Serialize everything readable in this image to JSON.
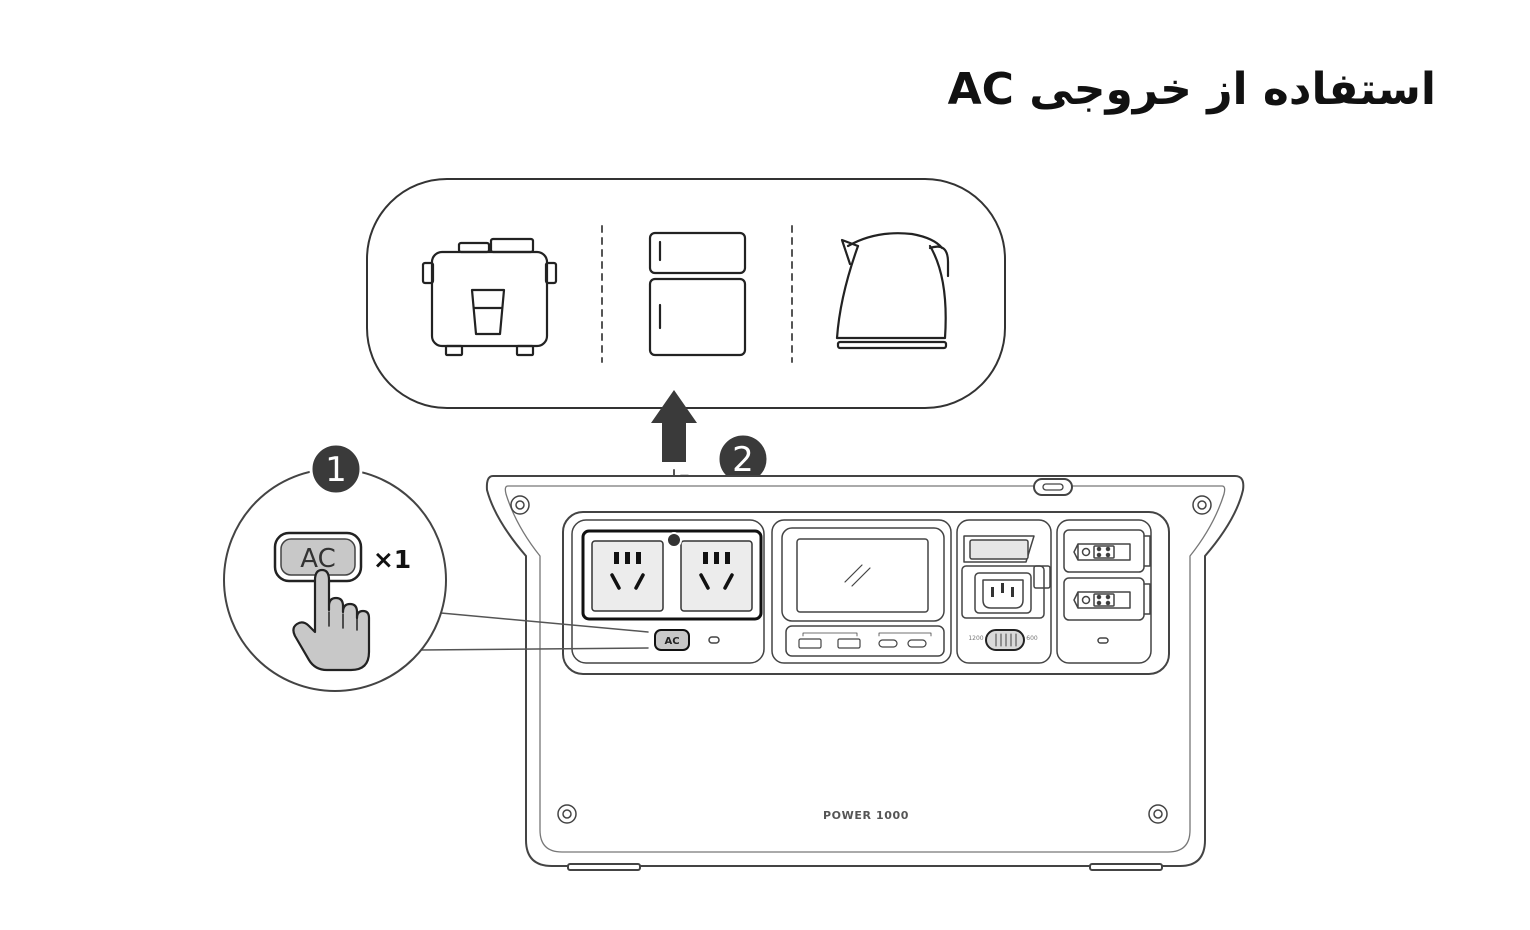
{
  "page": {
    "title": "استفاده از خروجی AC"
  },
  "steps": [
    {
      "number": "1",
      "key_label": "AC",
      "press_count": "×1"
    },
    {
      "number": "2"
    }
  ],
  "device": {
    "model": "POWER 1000",
    "ac_button_label": "AC",
    "speed_labels": [
      "1200",
      "600"
    ]
  },
  "appliances": [
    "rice-cooker-icon",
    "refrigerator-icon",
    "kettle-icon"
  ],
  "colors": {
    "stroke": "#333333",
    "button_gray": "#c8c8c8",
    "step_badge": "#3a3a3a"
  }
}
